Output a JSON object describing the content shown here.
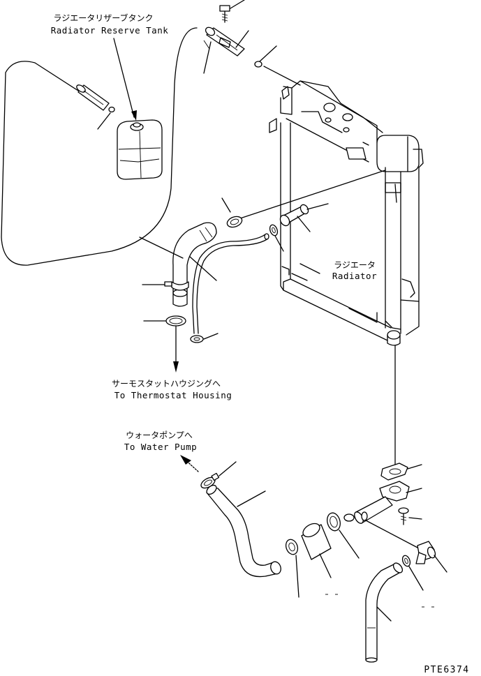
{
  "labels": {
    "reserve_tank_jp": "ラジエータリザーブタンク",
    "reserve_tank_en": "Radiator Reserve Tank",
    "radiator_jp": "ラジエータ",
    "radiator_en": "Radiator",
    "thermostat_jp": "サーモスタットハウジングへ",
    "thermostat_en": "To Thermostat Housing",
    "water_pump_jp": "ウォータポンプへ",
    "water_pump_en": "To Water Pump"
  },
  "drawing_code": "PTE6374"
}
